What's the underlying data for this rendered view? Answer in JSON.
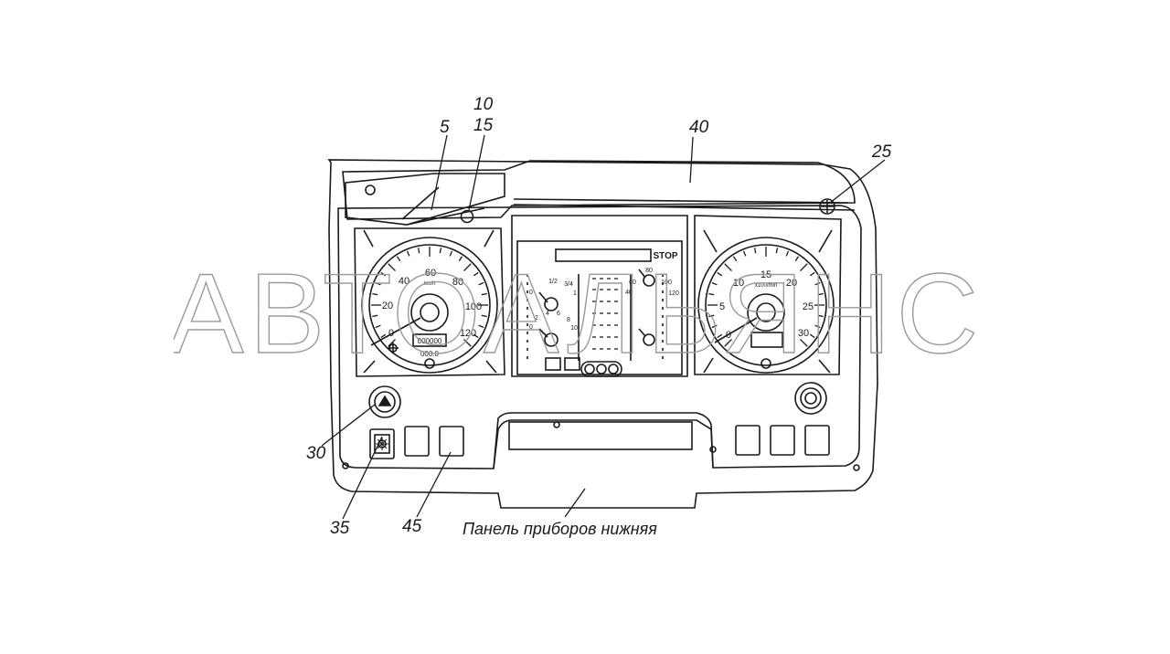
{
  "callouts": {
    "c5": "5",
    "c10": "10",
    "c15": "15",
    "c40": "40",
    "c25": "25",
    "c30": "30",
    "c35": "35",
    "c45": "45"
  },
  "caption": "Панель приборов нижняя",
  "watermark": "АВТОАЛЬЯНС",
  "speedometer": {
    "ticks": [
      "0",
      "20",
      "40",
      "60",
      "80",
      "100",
      "120"
    ],
    "unit": "km/h",
    "odometer": "000000",
    "trip": "000.0"
  },
  "tachometer": {
    "ticks": [
      "0",
      "5",
      "10",
      "15",
      "20",
      "25",
      "30"
    ],
    "unit": "x100/min"
  },
  "center": {
    "stop_label": "STOP",
    "fuel_ticks": [
      "0",
      "1/2",
      "3/4",
      "1"
    ],
    "pressure_ticks": [
      "0",
      "2",
      "4",
      "6",
      "8",
      "10"
    ],
    "temp_ticks": [
      "40",
      "60",
      "80",
      "100",
      "120"
    ]
  },
  "colors": {
    "line": "#1a1a1a",
    "watermark_stroke": "#9a9a9a"
  }
}
